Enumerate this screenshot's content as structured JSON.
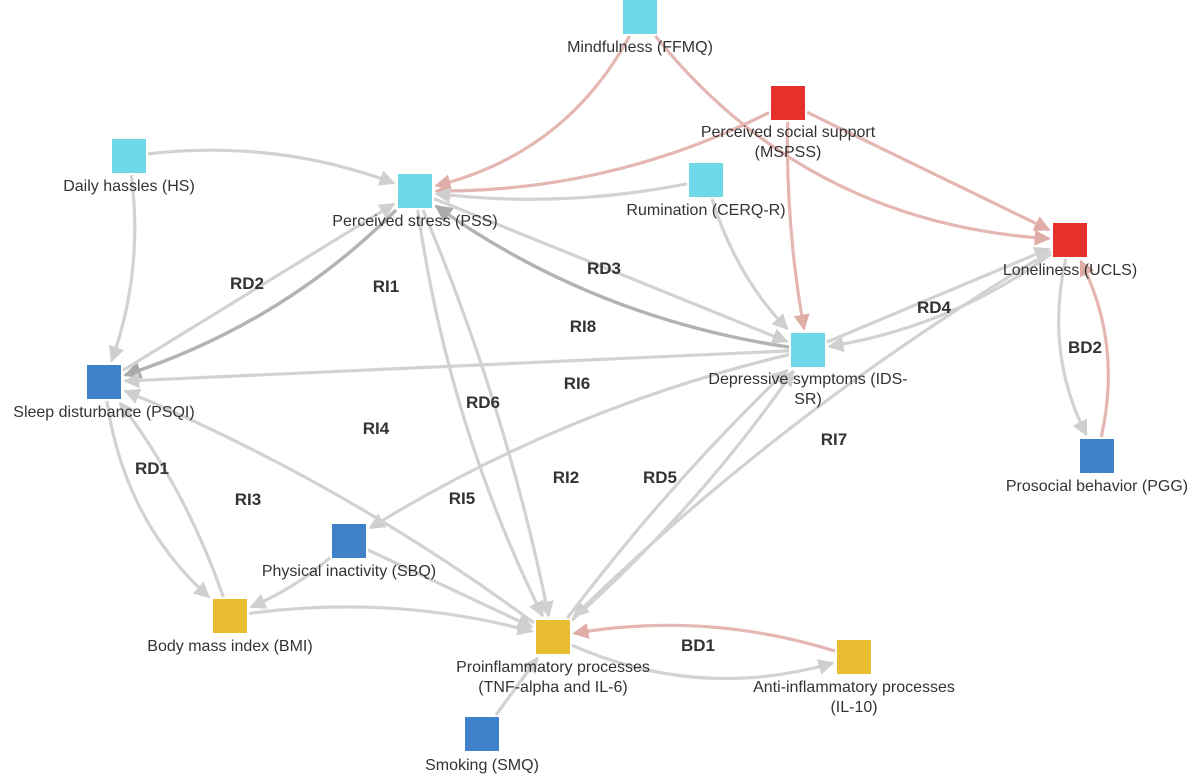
{
  "colors": {
    "stress": "#6fd8e8",
    "social": "#e5312a",
    "behavior": "#3f82c9",
    "biology": "#e9bd32",
    "edge_gray": "#d2d2d2",
    "edge_dark": "#b3b3b3",
    "edge_red": "#e5b7b2"
  },
  "nodes": [
    {
      "id": "ffmq",
      "group": "stress",
      "lines": [
        "Mindfulness (FFMQ)"
      ]
    },
    {
      "id": "mspss",
      "group": "social",
      "lines": [
        "Perceived social support",
        "(MSPSS)"
      ]
    },
    {
      "id": "hs",
      "group": "stress",
      "lines": [
        "Daily hassles (HS)"
      ]
    },
    {
      "id": "pss",
      "group": "stress",
      "lines": [
        "Perceived stress (PSS)"
      ]
    },
    {
      "id": "cerq",
      "group": "stress",
      "lines": [
        "Rumination (CERQ-R)"
      ]
    },
    {
      "id": "ucls",
      "group": "social",
      "lines": [
        "Loneliness (UCLS)"
      ]
    },
    {
      "id": "ids",
      "group": "stress",
      "lines": [
        "Depressive symptoms (IDS-",
        "SR)"
      ]
    },
    {
      "id": "psqi",
      "group": "behavior",
      "lines": [
        "Sleep disturbance (PSQI)"
      ]
    },
    {
      "id": "pgg",
      "group": "behavior",
      "lines": [
        "Prosocial behavior (PGG)"
      ]
    },
    {
      "id": "sbq",
      "group": "behavior",
      "lines": [
        "Physical inactivity (SBQ)"
      ]
    },
    {
      "id": "bmi",
      "group": "biology",
      "lines": [
        "Body mass index (BMI)"
      ]
    },
    {
      "id": "pro",
      "group": "biology",
      "lines": [
        "Proinflammatory processes",
        "(TNF-alpha and IL-6)"
      ]
    },
    {
      "id": "anti",
      "group": "biology",
      "lines": [
        "Anti-inflammatory processes",
        "(IL-10)"
      ]
    },
    {
      "id": "smq",
      "group": "behavior",
      "lines": [
        "Smoking (SMQ)"
      ]
    }
  ],
  "edge_labels": [
    "RD1",
    "RD2",
    "RD3",
    "RD4",
    "RD5",
    "RD6",
    "RI1",
    "RI2",
    "RI3",
    "RI4",
    "RI5",
    "RI6",
    "RI7",
    "RI8",
    "BD1",
    "BD2"
  ]
}
